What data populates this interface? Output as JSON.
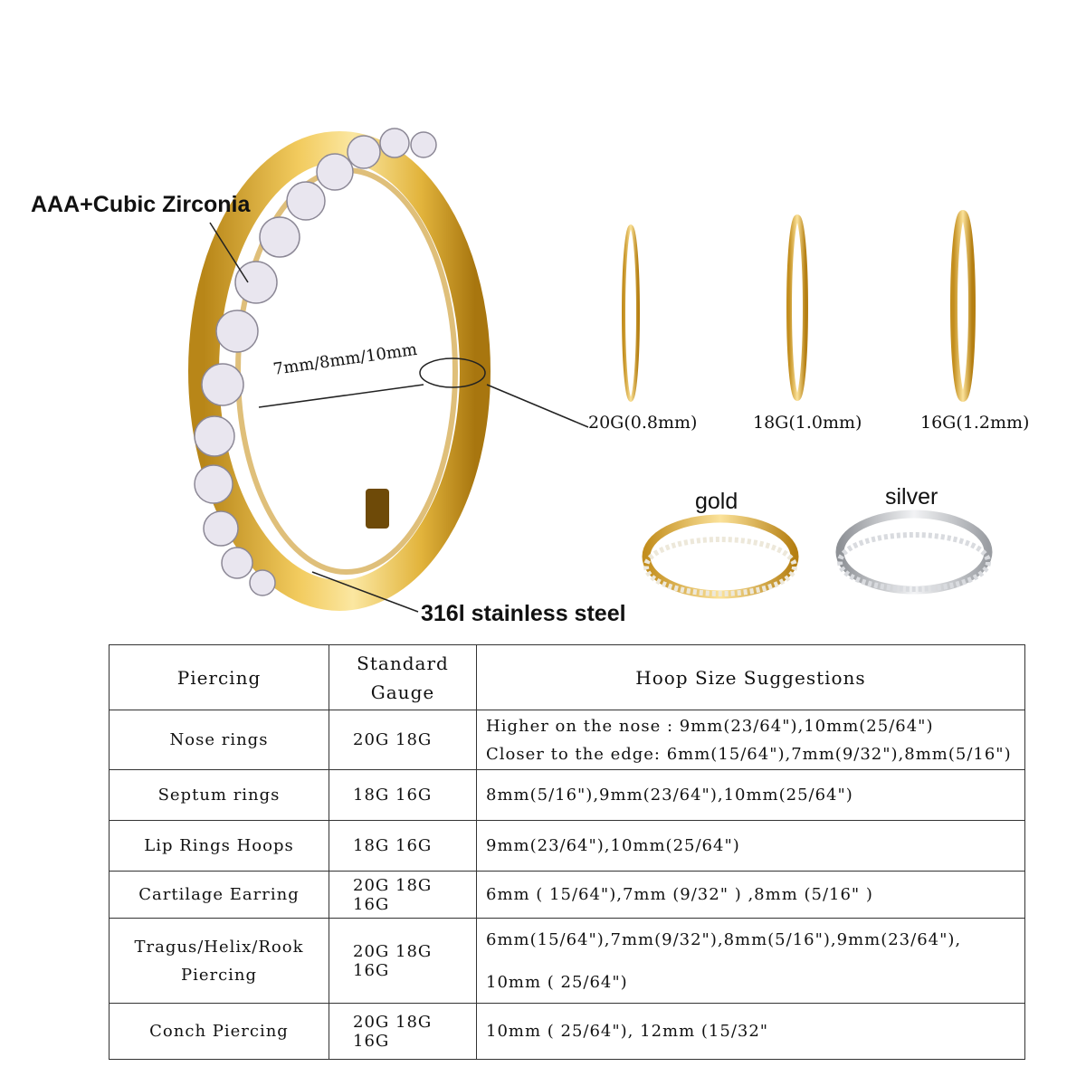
{
  "callouts": {
    "stone": "AAA+Cubic Zirconia",
    "diameter": "7mm/8mm/10mm",
    "material": "316l stainless steel"
  },
  "gauges": [
    {
      "label": "20G(0.8mm)"
    },
    {
      "label": "18G(1.0mm)"
    },
    {
      "label": "16G(1.2mm)"
    }
  ],
  "finishes": [
    {
      "label": "gold"
    },
    {
      "label": "silver"
    }
  ],
  "colors": {
    "gold": "#E2B43C",
    "gold_dark": "#B88618",
    "gold_light": "#FBE7A1",
    "silver": "#C9CCD0",
    "border": "#333333"
  },
  "table": {
    "headers": [
      "Piercing",
      "Standard\nGauge",
      "Hoop Size Suggestions"
    ],
    "rows": [
      {
        "piercing": "Nose rings",
        "gauge": "20G 18G",
        "sizes": [
          "Higher on the nose : 9mm(23/64\"),10mm(25/64\")",
          "Closer to the edge: 6mm(15/64\"),7mm(9/32\"),8mm(5/16\")"
        ]
      },
      {
        "piercing": "Septum rings",
        "gauge": "18G 16G",
        "sizes": [
          "8mm(5/16\"),9mm(23/64\"),10mm(25/64\")"
        ]
      },
      {
        "piercing": "Lip Rings Hoops",
        "gauge": "18G 16G",
        "sizes": [
          "9mm(23/64\"),10mm(25/64\")"
        ]
      },
      {
        "piercing": "Cartilage Earring",
        "gauge": "20G 18G 16G",
        "sizes": [
          "6mm ( 15/64\"),7mm (9/32\" ) ,8mm (5/16\" )"
        ]
      },
      {
        "piercing": "Tragus/Helix/Rook\nPiercing",
        "gauge": "20G 18G 16G",
        "sizes": [
          "6mm(15/64\"),7mm(9/32\"),8mm(5/16\"),9mm(23/64\"),",
          "10mm ( 25/64\")"
        ]
      },
      {
        "piercing": "Conch Piercing",
        "gauge": "20G 18G 16G",
        "sizes": [
          "10mm ( 25/64\"), 12mm (15/32\""
        ]
      }
    ]
  }
}
